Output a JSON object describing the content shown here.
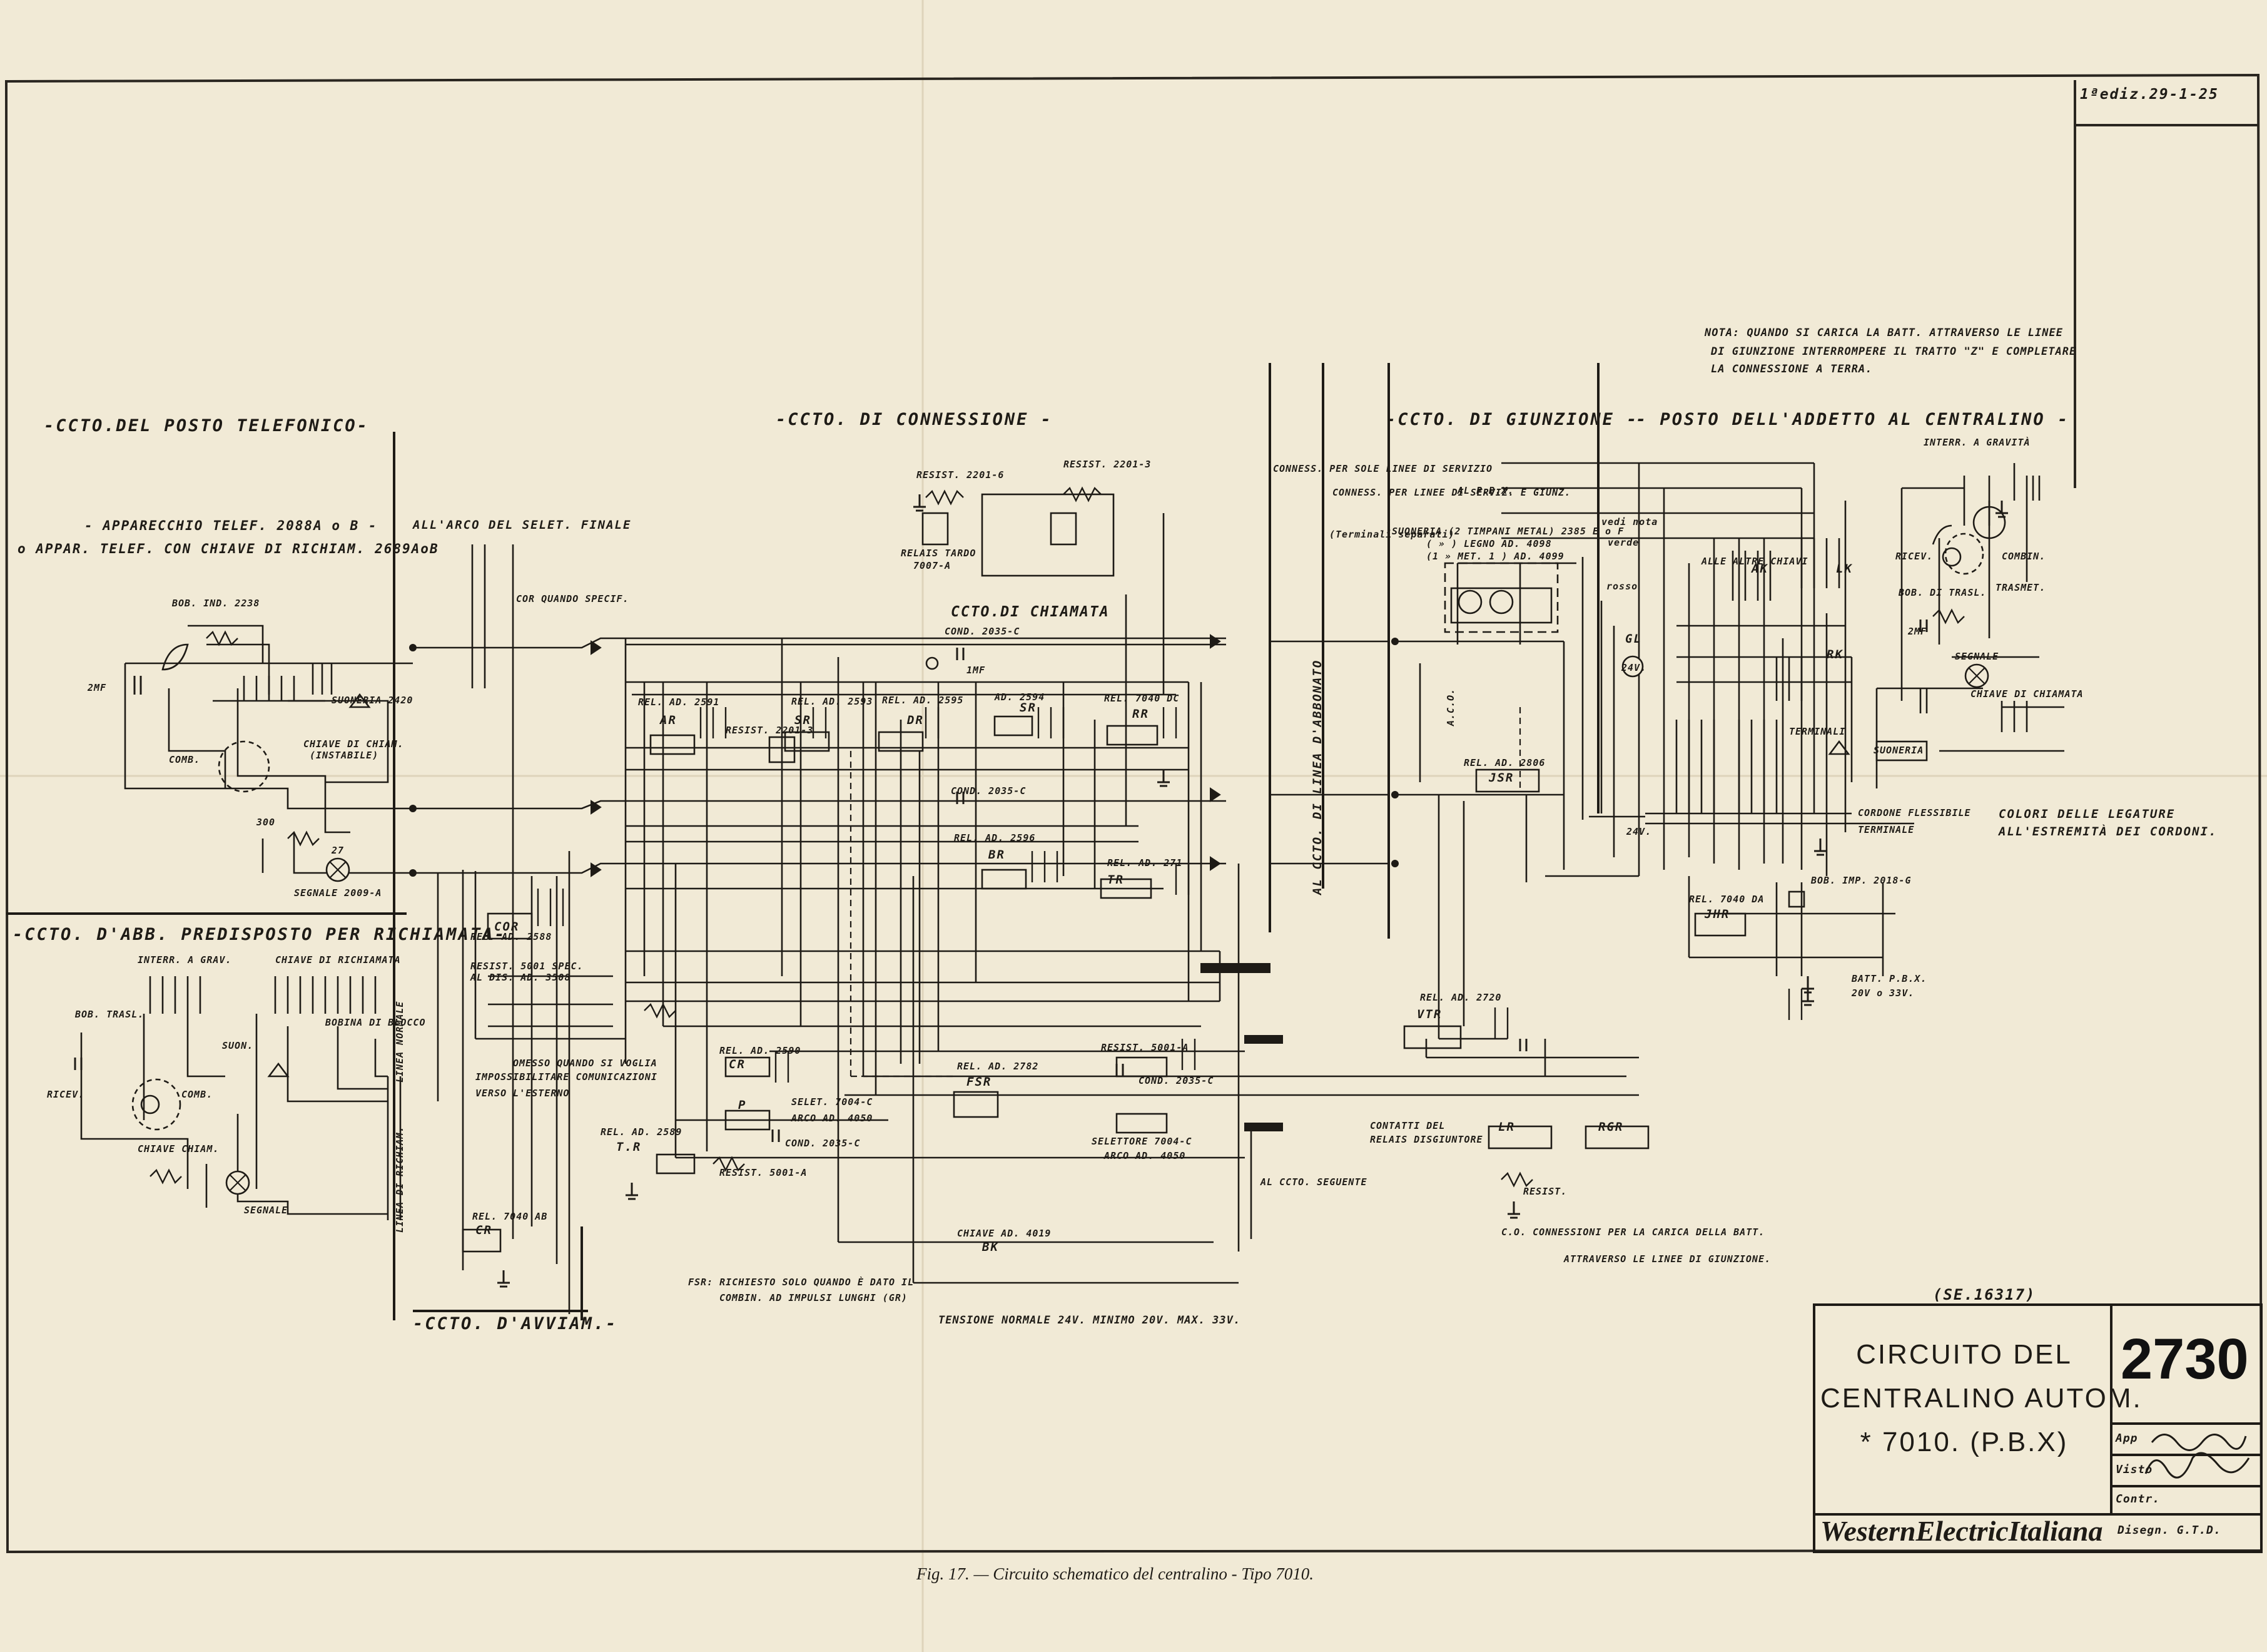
{
  "sections": {
    "posto": "-CCTO.DEL POSTO TELEFONICO-",
    "connessione": "-CCTO. DI CONNESSIONE -",
    "giunzione": "-CCTO. DI GIUNZIONE -",
    "addetto": "- POSTO DELL'ADDETTO AL CENTRALINO -",
    "abbonato_predisposto": "-CCTO. D'ABB. PREDISPOSTO PER RICHIAMATA-",
    "avviam": "-CCTO. D'AVVIAM.-",
    "chiamata": "CCTO.DI CHIAMATA"
  },
  "edition": "1ªediz.29-1-25",
  "note": [
    "NOTA: QUANDO SI CARICA LA BATT. ATTRAVERSO LE LINEE",
    "DI GIUNZIONE INTERROMPERE IL TRATTO \"Z\" E COMPLETARE",
    "LA CONNESSIONE A TERRA."
  ],
  "apparecchio": [
    "- APPARECCHIO TELEF. 2088A o B -",
    "o APPAR. TELEF. CON CHIAVE DI RICHIAM. 2689AoB"
  ],
  "labels": {
    "arco_selet": "ALL'ARCO DEL SELET. FINALE",
    "cor_quando": "COR QUANDO SPECIF.",
    "bob_ind": "BOB. IND. 2238",
    "suoneria_2420": "SUONERIA 2420",
    "chiave_chiam": "CHIAVE DI CHIAM.",
    "instabile": "(INSTABILE)",
    "comb": "COMB.",
    "segnale_2009": "SEGNALE 2009-A",
    "mf2": "2MF",
    "r300": "300",
    "r27": "27",
    "resist_2201_6": "RESIST. 2201-6",
    "resist_2201_3": "RESIST. 2201-3",
    "relais_tardo": "RELAIS TARDO",
    "relais_tardo_code": "7007-A",
    "cond_2035_top": "COND. 2035-C",
    "cond_2035_mid": "COND. 2035-C",
    "imf": "1MF",
    "rel_ar": "REL. AD. 2591",
    "rel_resist": "RESIST. 2201-3",
    "rel_sr": "REL. AD. 2593",
    "rel_dr": "REL. AD. 2595",
    "rel_ad2594": "AD. 2594",
    "rel_rr": "REL. 7040 DC",
    "ar": "AR",
    "sr": "SR",
    "dr": "DR",
    "rr": "RR",
    "rel_br": "REL. AD. 2596",
    "br": "BR",
    "rel_tr": "REL. AD. 271",
    "tr": "TR",
    "cor": "COR",
    "rel_cor": "REL. AD. 2588",
    "resist_5001": "RESIST. 5001 SPEC.",
    "al_dis": "AL DIS. AD. 3508",
    "omesso1": "OMESSO QUANDO SI VOGLIA",
    "omesso2": "IMPOSSIBILITARE COMUNICAZIONI",
    "omesso3": "VERSO L'ESTERNO",
    "rel_cr": "REL. AD. 2590",
    "cr": "CR",
    "p": "P",
    "selet": "SELET. 7004-C",
    "arco": "ARCO AD. 4050",
    "cond_2035_low": "COND. 2035-C",
    "resist_5001a": "RESIST. 5001-A",
    "rel_2589": "REL. AD. 2589",
    "tr2": "T.R",
    "rel_2782": "REL. AD. 2782",
    "fsr": "FSR",
    "resist_5001a_b": "RESIST. 5001-A",
    "cond_2035_b": "COND. 2035-C",
    "selettore": "SELETTORE 7004-C",
    "arco2": "ARCO AD. 4050",
    "al_ccto": "AL CCTO. SEGUENTE",
    "chiave_4019": "CHIAVE AD. 4019",
    "bk": "BK",
    "rel_7040ab": "REL. 7040 AB",
    "cr2": "CR",
    "fsr_note1": "FSR: RICHIESTO SOLO QUANDO È DATO IL",
    "fsr_note2": "COMBIN. AD IMPULSI LUNGHI (GR)",
    "tensione": "TENSIONE NORMALE 24V. MINIMO 20V. MAX. 33V.",
    "interr_grav": "INTERR. A GRAV.",
    "chiave_rich": "CHIAVE DI RICHIAMATA",
    "bob_trasl": "BOB. TRASL.",
    "suon": "SUON.",
    "bobina_blocco": "BOBINA DI BLOCCO",
    "ricev": "RICEV.",
    "comb2": "COMB.",
    "chiave_cham2": "CHIAVE CHIAM.",
    "segnale2": "SEGNALE",
    "linea_normale": "LINEA NORMALE",
    "linea_richiam": "LINEA DI RICHIAM.",
    "conness1": "CONNESS. PER SOLE LINEE DI SERVIZIO",
    "conness2": "CONNESS. PER LINEE DI SERVIZ. E GIUNZ.",
    "terminali": "(Terminali separati)",
    "al_ccto_linea": "AL CCTO. DI LINEA D'ABBONATO",
    "al_pbx": "AL P.B.X.",
    "suoneria_timpani": "SUONERIA (2 TIMPANI METAL) 2385 E o F",
    "legno": "(  »  ) LEGNO AD. 4098",
    "met1": "(1 » MET. 1 ) AD. 4099",
    "rel_2806": "REL. AD. 2806",
    "jsr": "JSR",
    "aco": "A.C.O.",
    "rel_2720": "REL. AD. 2720",
    "vtr": "VTR",
    "contatti_del": "CONTATTI DEL",
    "relais_disg": "RELAIS DISGIUNTORE",
    "resist": "RESIST.",
    "lr": "LR",
    "rgr": "RGR",
    "co1": "C.O. CONNESSIONI PER LA CARICA DELLA BATT.",
    "co2": "ATTRAVERSO LE LINEE DI GIUNZIONE.",
    "redinota": "vedi nota",
    "verde": "verde",
    "rosso": "rosso",
    "alle_altre": "ALLE ALTRE CHIAVI",
    "ak": "AK",
    "lk": "LK",
    "rk": "RK",
    "gl": "GL",
    "v24": "24V.",
    "term": "TERMINALI",
    "interr_gravita": "INTERR. A GRAVITÀ",
    "ricev2": "RICEV.",
    "combin": "COMBIN.",
    "trasmet": "TRASMET.",
    "bob_trasl2": "BOB. DI TRASL.",
    "mf2b": "2MF",
    "segnale3": "SEGNALE",
    "chiave_chiamata": "CHIAVE DI CHIAMATA",
    "suoneria": "SUONERIA",
    "cordone": "CORDONE FLESSIBILE",
    "terminale": "TERMINALE",
    "colori1": "COLORI DELLE LEGATURE",
    "colori2": "ALL'ESTREMITÀ DEI CORDONI.",
    "rel_7040da": "REL. 7040 DA",
    "jhr": "JHR",
    "bob_imp": "BOB. IMP. 2018-G",
    "batt": "BATT. P.B.X.",
    "batt_v": "20V o 33V."
  },
  "title_block": {
    "serial": "(SE.16317)",
    "title": [
      "CIRCUITO DEL",
      "CENTRALINO AUTOM.",
      "* 7010. (P.B.X)"
    ],
    "number": "2730",
    "app": "App",
    "visto": "Visto",
    "contr": "Contr.",
    "disegn": "Disegn. G.T.D.",
    "company": "WesternElectricItaliana"
  },
  "caption": "Fig. 17. — Circuito schematico del centralino - Tipo 7010."
}
